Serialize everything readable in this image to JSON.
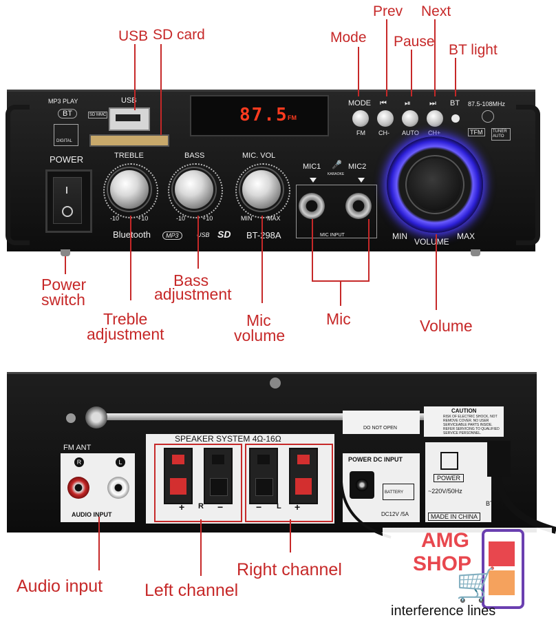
{
  "callouts": {
    "usb": "USB",
    "sd_card": "SD card",
    "mode": "Mode",
    "prev": "Prev",
    "pause": "Pause",
    "next": "Next",
    "bt_light": "BT light",
    "power_switch_1": "Power",
    "power_switch_2": "switch",
    "bass_1": "Bass",
    "bass_2": "adjustment",
    "treble_1": "Treble",
    "treble_2": "adjustment",
    "mic_volume_1": "Mic",
    "mic_volume_2": "volume",
    "mic": "Mic",
    "volume": "Volume",
    "audio_input": "Audio input",
    "left_channel": "Left channel",
    "right_channel": "Right channel"
  },
  "front_panel": {
    "mp3_play": "MP3 PLAY",
    "bt": "BT",
    "digital": "DIGITAL",
    "usb": "USB",
    "sd_mmc": "SD MMC",
    "power": "POWER",
    "display_freq": "87.5",
    "display_unit": "FM",
    "mode": "MODE",
    "fm": "FM",
    "ch_minus": "CH-",
    "auto": "AUTO",
    "ch_plus": "CH+",
    "bt_led": "BT",
    "band": "87.5-108MHz",
    "tfm": "TFM",
    "tuner_auto": "TUNER AUTO",
    "treble": "TREBLE",
    "bass": "BASS",
    "mic_vol": "MIC. VOL",
    "treble_min": "-10",
    "treble_max": "+10",
    "bass_min": "-10",
    "bass_max": "+10",
    "micvol_min": "MIN",
    "micvol_max": "MAX",
    "mic1": "MIC1",
    "mic2": "MIC2",
    "karaoke": "KARAOKE",
    "mic_input": "MIC INPUT",
    "bluetooth": "Bluetooth",
    "mp3_logo": "MP3",
    "usb_logo": "USB",
    "sd_logo": "SD",
    "model": "BT-298A",
    "vol_min": "MIN",
    "volume": "VOLUME",
    "vol_max": "MAX"
  },
  "rear_panel": {
    "fm_ant": "FM ANT",
    "r": "R",
    "l": "L",
    "audio_input": "AUDIO INPUT",
    "speaker_system": "SPEAKER SYSTEM 4Ω-16Ω",
    "do_not_open": "DO NOT OPEN",
    "caution": "CAUTION",
    "caution_text": "RISK OF ELECTRIC SHOCK, NOT REMOVE COVER. NO USER SERVICEABLE PARTS INSIDE. REFER SERVICING TO QUALIFIED SERVICE PERSONNEL.",
    "power_dc_input": "POWER DC INPUT",
    "battery": "BATTERY",
    "dc_spec": "DC12V /5A",
    "power": "POWER",
    "ac_spec": "~220V/50Hz",
    "bt_ant": "BT ANT",
    "made_in": "MADE IN CHINA",
    "plus": "+",
    "minus": "−",
    "term_r": "R",
    "term_l": "L"
  },
  "watermark": {
    "line1": "AMG",
    "line2": "SHOP",
    "footer": "interference lines"
  },
  "colors": {
    "callout": "#c62828",
    "led": "#ff3b1f",
    "volume_ring": "#4b3cff",
    "shop_brand": "#e8474e"
  }
}
